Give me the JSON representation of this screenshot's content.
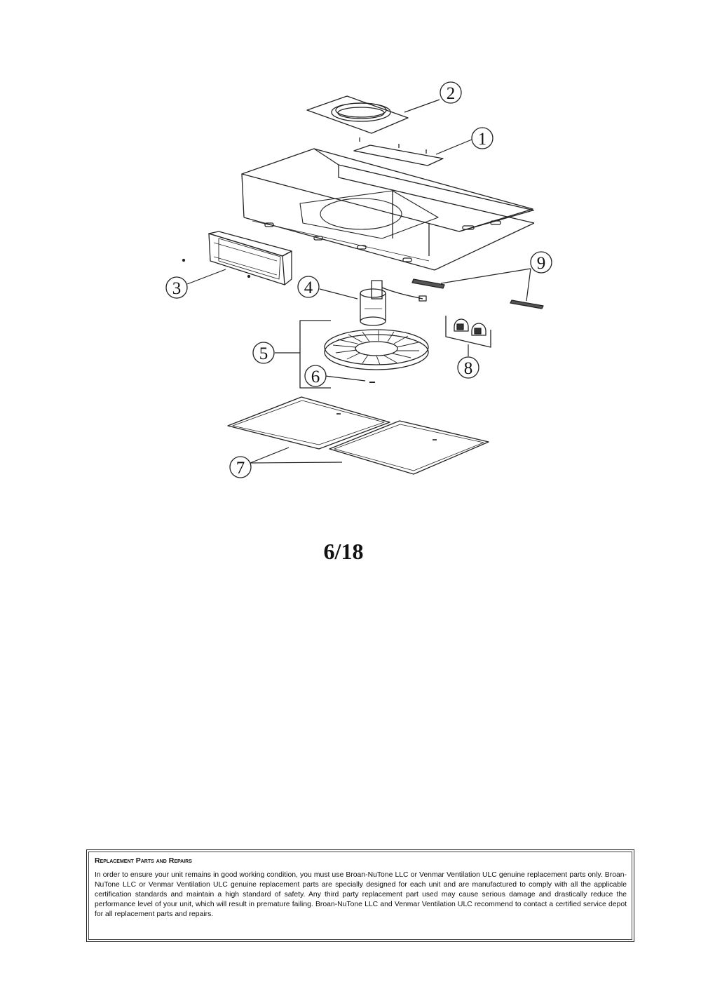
{
  "diagram": {
    "callouts": [
      "1",
      "2",
      "3",
      "4",
      "5",
      "6",
      "7",
      "8",
      "9"
    ]
  },
  "page_number": "6/18",
  "notice": {
    "title": "Replacement Parts and Repairs",
    "body": "In order to ensure your unit remains in good working condition, you must use Broan-NuTone LLC or Venmar Ventilation ULC genuine replacement parts only. Broan-NuTone LLC or Venmar Ventilation ULC genuine replacement parts are specially designed for each unit and are manufactured to comply with all the applicable certification standards and maintain a high standard of safety. Any third party replacement part used may cause serious damage and drastically reduce the performance level of your unit, which will result in premature failing. Broan-NuTone LLC and Venmar Ventilation ULC recommend to contact a certified service depot for all replacement parts and repairs."
  }
}
